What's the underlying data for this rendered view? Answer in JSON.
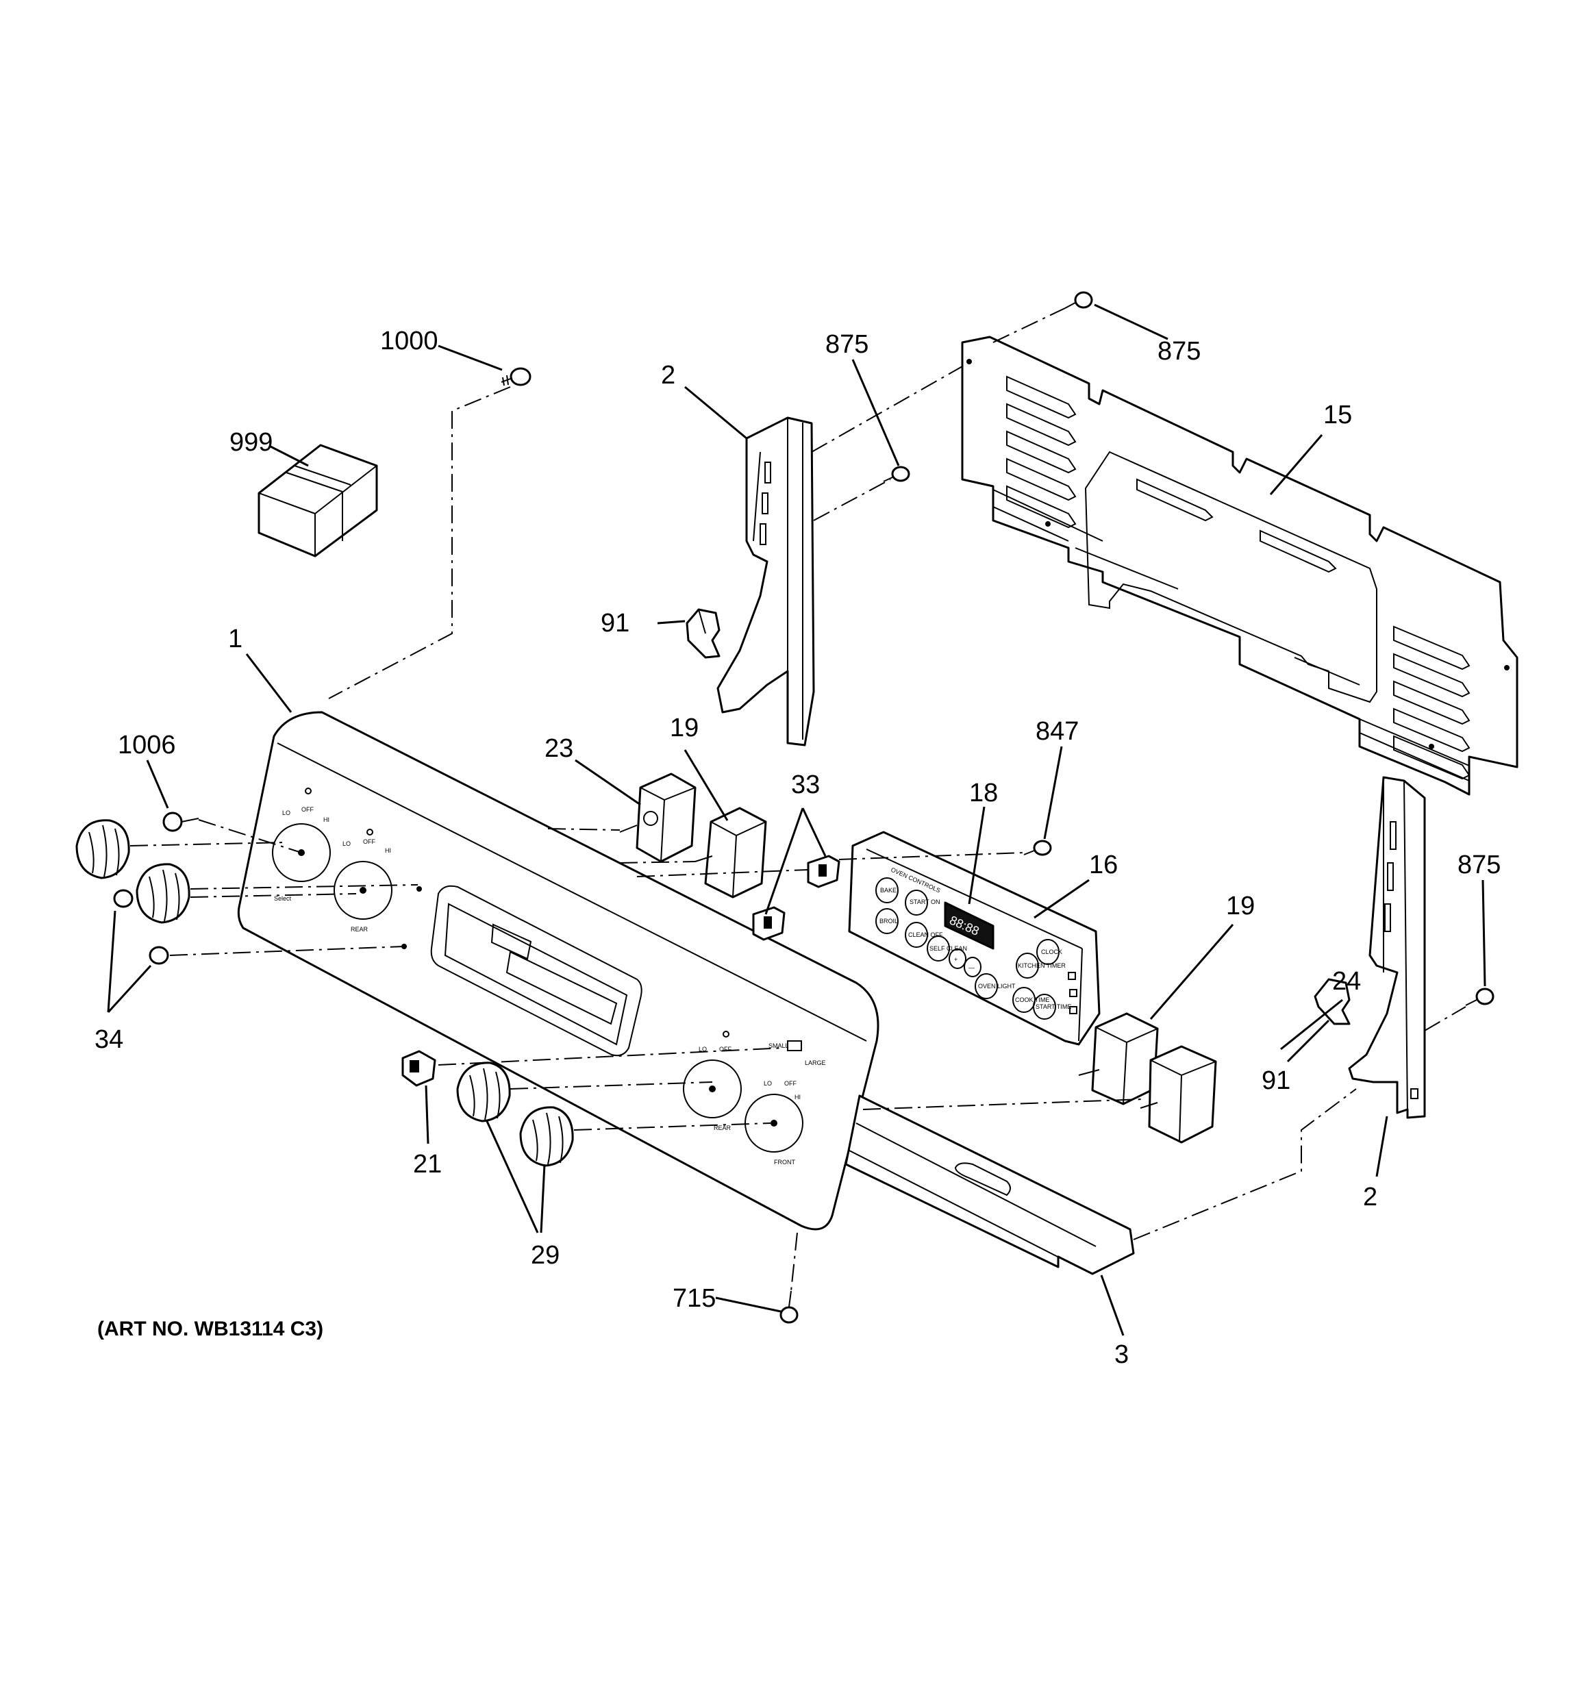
{
  "art_number": "(ART NO. WB13114 C3)",
  "callouts": {
    "p1000": "1000",
    "p999": "999",
    "p1": "1",
    "p1006": "1006",
    "p34": "34",
    "p2a": "2",
    "p91a": "91",
    "p875a": "875",
    "p875b": "875",
    "p15": "15",
    "p23": "23",
    "p19a": "19",
    "p33": "33",
    "p847": "847",
    "p18": "18",
    "p16": "16",
    "p19b": "19",
    "p24": "24",
    "p875c": "875",
    "p91b": "91",
    "p2b": "2",
    "p21": "21",
    "p29": "29",
    "p715": "715",
    "p3": "3"
  },
  "control_panel": {
    "oven_controls": "OVEN CONTROLS",
    "display": "88:88",
    "bake": "BAKE",
    "broil": "BROIL",
    "start_on": "START ON",
    "clean_off": "CLEAN OFF",
    "self_clean": "SELF CLEAN",
    "plus": "+",
    "minus": "—",
    "oven_light": "OVEN LIGHT",
    "kitchen_timer": "KITCHEN TIMER",
    "clock": "CLOCK",
    "cook_time": "COOK TIME",
    "start_time": "START TIME"
  },
  "knob_labels": {
    "lo": "LO",
    "off": "OFF",
    "hi": "HI",
    "rear": "REAR",
    "front": "FRONT",
    "small": "SMALL",
    "large": "LARGE",
    "select": "Select"
  }
}
